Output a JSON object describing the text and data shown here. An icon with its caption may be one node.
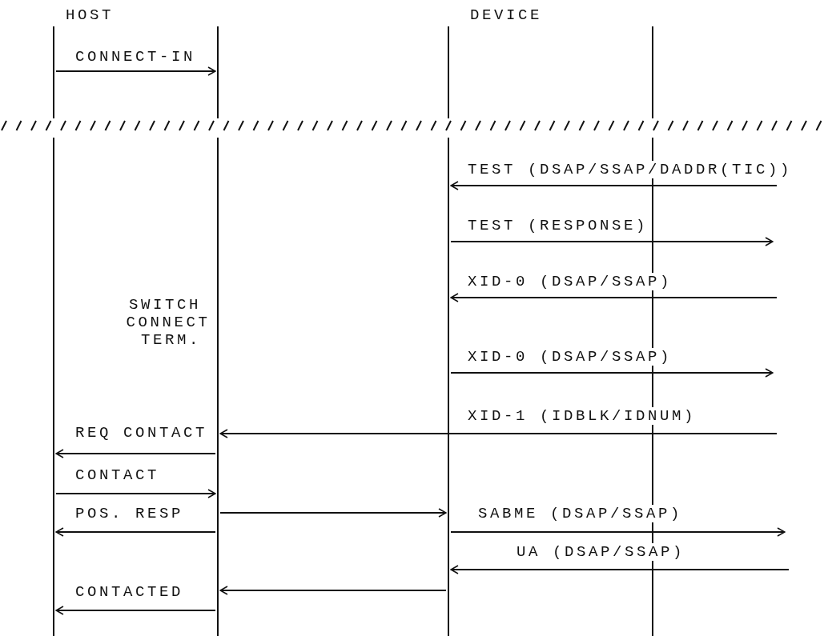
{
  "diagram": {
    "nodes": [
      {
        "text": [],
        "shape": "bar"
      },
      {
        "text": [],
        "shape": "bar"
      },
      {
        "text": [],
        "shape": "bar"
      },
      {
        "text": [],
        "shape": "bar"
      }
    ],
    "edges": [
      {
        "from": 0,
        "to": 1,
        "arrow": "to",
        "label": "CONNECT-IN"
      },
      {
        "from": null,
        "to": 2,
        "arrow": "to",
        "label": "TEST (DSAP/SSAP/DADDR(TIC))"
      },
      {
        "from": 2,
        "to": null,
        "arrow": "to",
        "label": "TEST (RESPONSE)"
      },
      {
        "from": null,
        "to": 2,
        "arrow": "to",
        "label": "XID-0 (DSAP/SSAP)"
      },
      {
        "from": 2,
        "to": null,
        "arrow": "to",
        "label": "XID-0 (DSAP/SSAP)"
      },
      {
        "from": null,
        "to": 1,
        "arrow": "to",
        "label": "XID-1 (IDBLK/IDNUM)"
      },
      {
        "from": 1,
        "to": 0,
        "arrow": "to",
        "label": "REQ CONTACT"
      },
      {
        "from": 0,
        "to": 1,
        "arrow": "to",
        "label": "CONTACT"
      },
      {
        "from": 1,
        "to": 2,
        "arrow": "to"
      },
      {
        "from": 1,
        "to": 0,
        "arrow": "to",
        "label": "POS. RESP"
      },
      {
        "from": 2,
        "to": null,
        "arrow": "to",
        "label": "SABME (DSAP/SSAP)"
      },
      {
        "from": null,
        "to": 2,
        "arrow": "to",
        "label": "UA (DSAP/SSAP)"
      },
      {
        "from": 2,
        "to": 1,
        "arrow": "to"
      },
      {
        "from": 1,
        "to": 0,
        "arrow": "to",
        "label": "CONTACTED"
      }
    ],
    "labels": [
      "HOST",
      "DEVICE",
      "SWITCH CONNECT TERM."
    ]
  }
}
